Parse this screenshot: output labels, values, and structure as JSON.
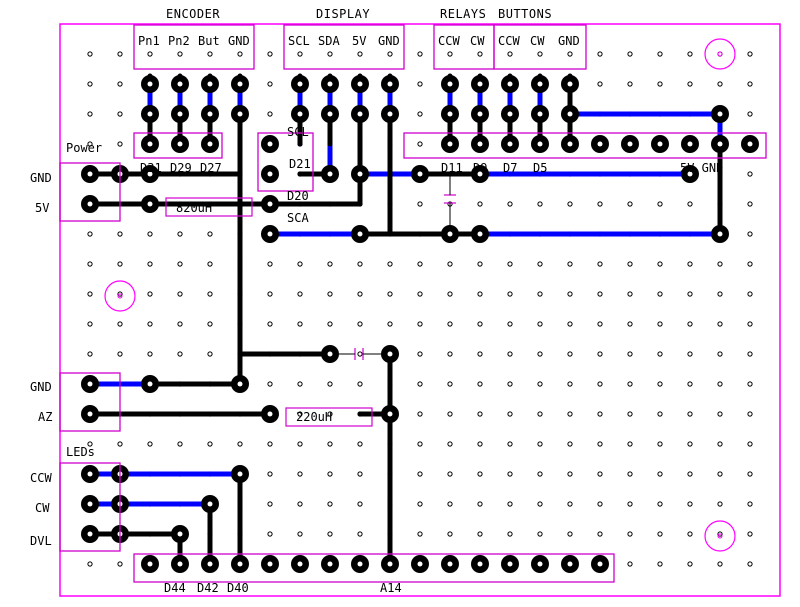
{
  "colors": {
    "board_outline": "#ff00ff",
    "silkscreen": "#d000d0",
    "wire_black": "#000000",
    "wire_blue": "#0000ff",
    "background": "#ffffff"
  },
  "headers": {
    "encoder": {
      "title": "ENCODER",
      "pins": [
        "Pn1",
        "Pn2",
        "But",
        "GND"
      ]
    },
    "display": {
      "title": "DISPLAY",
      "pins": [
        "SCL",
        "SDA",
        "5V",
        "GND"
      ]
    },
    "relays": {
      "title": "RELAYS",
      "pins": [
        "CCW",
        "CW"
      ]
    },
    "buttons": {
      "title": "BUTTONS",
      "pins": [
        "CCW",
        "CW",
        "GND"
      ]
    }
  },
  "power": {
    "title": "Power",
    "pins": [
      "GND",
      "5V"
    ]
  },
  "az": {
    "pins": [
      "GND",
      "AZ"
    ]
  },
  "leds": {
    "title": "LEDs",
    "pins": [
      "CCW",
      "CW",
      "DVL"
    ]
  },
  "components": {
    "inductor_top": "820uH",
    "inductor_bottom": "220uH"
  },
  "net_labels": {
    "d31": "D31",
    "d29": "D29",
    "d27": "D27",
    "scl": "SCL",
    "d21": "D21",
    "d20": "D20",
    "sca": "SCA",
    "d11": "D11",
    "d9": "D9",
    "d7": "D7",
    "d5": "D5",
    "v5_gnd": "5V GND",
    "d44": "D44",
    "d42": "D42",
    "d40": "D40",
    "a14": "A14"
  }
}
